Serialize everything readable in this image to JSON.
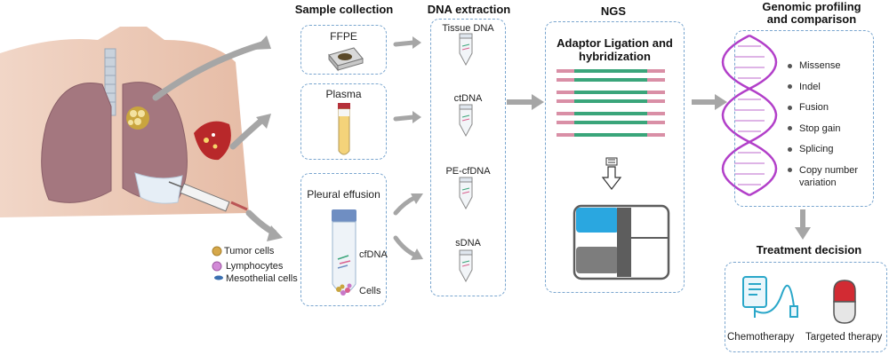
{
  "sections": {
    "sample_collection": "Sample collection",
    "dna_extraction": "DNA extraction",
    "ngs": "NGS",
    "genomic_profiling": [
      "Genomic profiling",
      "and comparison"
    ],
    "treatment_decision": "Treatment decision"
  },
  "samples": {
    "ffpe": "FFPE",
    "plasma": "Plasma",
    "pleural_effusion": "Pleural effusion",
    "cfdna": "cfDNA",
    "cells": "Cells"
  },
  "legend": {
    "tumor_cells": "Tumor cells",
    "lymphocytes": "Lymphocytes",
    "mesothelial_cells": "Mesothelial cells"
  },
  "dna_types": [
    "Tissue DNA",
    "ctDNA",
    "PE-cfDNA",
    "sDNA"
  ],
  "ngs_step": [
    "Adaptor Ligation and",
    "hybridization"
  ],
  "variants": [
    "Missense",
    "Indel",
    "Fusion",
    "Stop gain",
    "Splicing",
    "Copy number",
    "variation"
  ],
  "treatments": {
    "chemotherapy": "Chemotherapy",
    "targeted": "Targeted therapy"
  },
  "colors": {
    "box_border": "#7aa6cf",
    "arrow": "#a6a6a6",
    "lung": "#a4777f",
    "adaptor_pink": "#d98fa6",
    "insert_green": "#3aa57a",
    "helix": "#b23fc9",
    "sequencer_blue": "#2aa7e0"
  }
}
